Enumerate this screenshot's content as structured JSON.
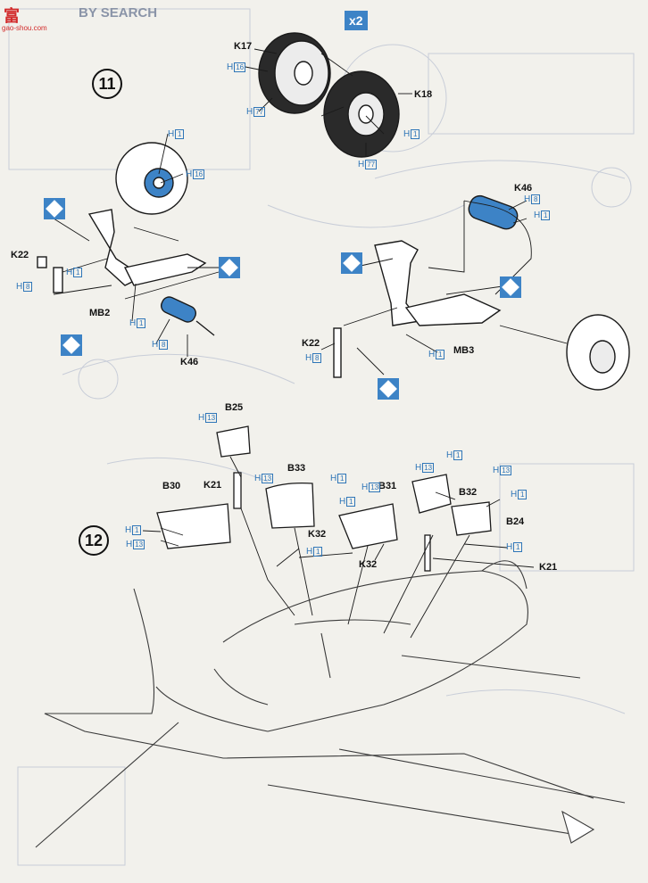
{
  "watermark": {
    "logo_text": "BY SEARCH",
    "chinese": "富",
    "url": "gao-shou.com"
  },
  "steps": [
    "11",
    "12"
  ],
  "multiplier": "x2",
  "parts": {
    "k17": "K17",
    "k18": "K18",
    "k46_top": "K46",
    "k46_left": "K46",
    "k22_left": "K22",
    "k22_right": "K22",
    "mb2": "MB2",
    "mb3": "MB3",
    "b25": "B25",
    "b30": "B30",
    "b33": "B33",
    "b31": "B31",
    "b32": "B32",
    "b24": "B24",
    "k21_left": "K21",
    "k21_right": "K21",
    "k32_a": "K32",
    "k32_b": "K32"
  },
  "color_prefix": "H",
  "color_codes": {
    "h1": "1",
    "h8": "8",
    "h13": "13",
    "h16": "16",
    "h77": "77"
  },
  "colors": {
    "paper": "#f2f1ec",
    "line": "#1a1a1a",
    "accent_blue": "#3d83c6",
    "callout_blue": "#2f76b8",
    "tire_dark": "#2a2a2a",
    "watermark_red": "#d22a2a"
  }
}
